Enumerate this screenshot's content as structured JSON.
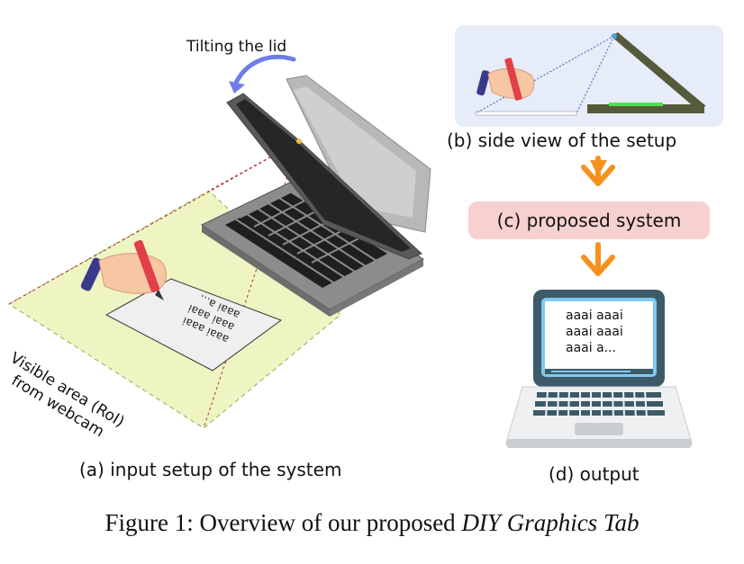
{
  "labels": {
    "tilting_lid": "Tilting the lid",
    "roi_line1": "Visible area (RoI)",
    "roi_line2": "from webcam",
    "panel_a": "(a) input setup of the system",
    "panel_b": "(b) side view of the setup",
    "panel_c": "(c) proposed system",
    "panel_d": "(d) output"
  },
  "paper_text": [
    "aaai aaai",
    "aaai aaai",
    "aaai a..."
  ],
  "output_screen_text": [
    "aaai aaai",
    "aaai aaai",
    "aaai a..."
  ],
  "caption": {
    "prefix": "Figure 1: Overview of our proposed ",
    "emphasis": "DIY Graphics Tab"
  },
  "colors": {
    "arrow_orange": "#f5921e",
    "proposed_box": "#f7d0d0",
    "side_view_bg": "#e6ecf8",
    "roi_fill": "#eef5c3",
    "laptop_body": "#8c8c8c",
    "monitor_frame": "#3d5a68",
    "monitor_screen": "#7ecaf0",
    "tilt_arrow": "#6f7de8"
  }
}
